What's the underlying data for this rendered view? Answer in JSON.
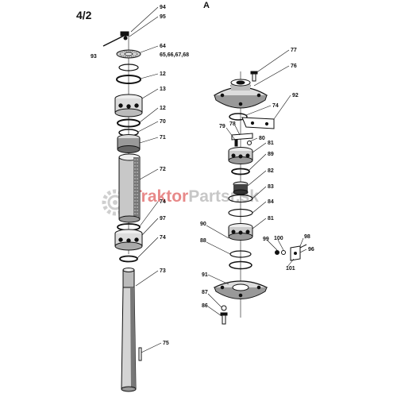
{
  "page": {
    "number": "4/2",
    "section_letter": "A"
  },
  "watermark": {
    "brand_red": "Traktor",
    "brand_grey": "Parts",
    "suffix": "r.sk",
    "red": "#d42a2a",
    "grey": "#9a9a9a"
  },
  "callouts": {
    "c94": "94",
    "c95": "95",
    "c93": "93",
    "c64": "64",
    "c65": "65,66,67,68",
    "c12a": "12",
    "c13": "13",
    "c12b": "12",
    "c70": "70",
    "c71": "71",
    "c72": "72",
    "c74a": "74",
    "c97": "97",
    "c74b": "74",
    "c73": "73",
    "c75": "75",
    "c77": "77",
    "c76": "76",
    "c74c": "74",
    "c92": "92",
    "c79": "79",
    "c78": "78",
    "c80": "80",
    "c81a": "81",
    "c89": "89",
    "c82": "82",
    "c83": "83",
    "c84": "84",
    "c81b": "81",
    "c90": "90",
    "c88": "88",
    "c99": "99",
    "c100": "100",
    "c98": "98",
    "c96": "96",
    "c101": "101",
    "c91": "91",
    "c87": "87",
    "c86": "86"
  }
}
